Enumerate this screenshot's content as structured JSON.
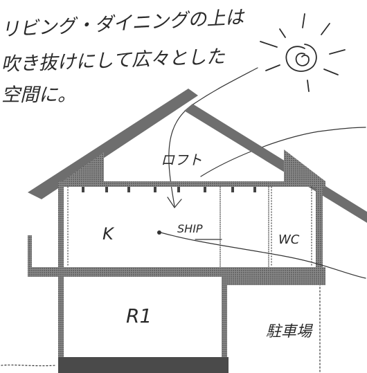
{
  "annotation": {
    "line1": "リビング・ダイニングの上は",
    "line2": "吹き抜けにして広々とした",
    "line3": "空間に。"
  },
  "rooms": {
    "loft": "ロフト",
    "kitchen": "K",
    "ship": "SHIP",
    "wc": "WC",
    "r1": "R1",
    "parking": "駐車場"
  },
  "colors": {
    "ink": "#2b2b2b",
    "wall_hatch": "#6e6e6e",
    "paper": "#ffffff"
  }
}
